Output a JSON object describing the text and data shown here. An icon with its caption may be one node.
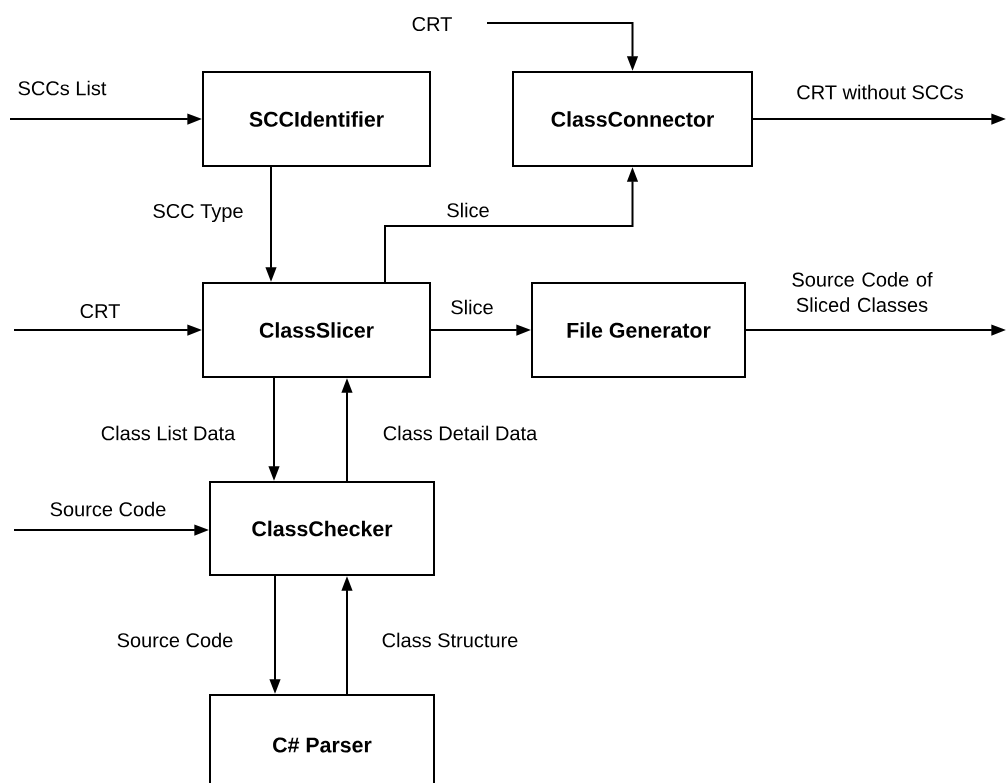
{
  "diagram": {
    "nodes": [
      {
        "text": [
          "SCCIdentifier"
        ]
      },
      {
        "text": [
          "ClassConnector"
        ]
      },
      {
        "text": [
          "ClassSlicer"
        ]
      },
      {
        "text": [
          "File Generator"
        ]
      },
      {
        "text": [
          "ClassChecker"
        ]
      },
      {
        "text": [
          "C# Parser"
        ]
      }
    ],
    "edges": [
      {
        "from": null,
        "to": 0,
        "arrow": "to",
        "label": "SCCs List"
      },
      {
        "from": null,
        "to": 1,
        "arrow": "to",
        "label": "CRT"
      },
      {
        "from": 1,
        "to": null,
        "arrow": "to",
        "label": "CRT without SCCs"
      },
      {
        "from": 0,
        "to": 2,
        "arrow": "to",
        "label": "SCC Type"
      },
      {
        "from": 2,
        "to": 1,
        "arrow": "to",
        "label": "Slice"
      },
      {
        "from": null,
        "to": 2,
        "arrow": "to",
        "label": "CRT"
      },
      {
        "from": 2,
        "to": 3,
        "arrow": "to",
        "label": "Slice"
      },
      {
        "from": 3,
        "to": null,
        "arrow": "to",
        "label": "Source Code of Sliced Classes"
      },
      {
        "from": 2,
        "to": 4,
        "arrow": "to",
        "label": "Class List Data"
      },
      {
        "from": 4,
        "to": 2,
        "arrow": "to",
        "label": "Class Detail Data"
      },
      {
        "from": null,
        "to": 4,
        "arrow": "to",
        "label": "Source Code"
      },
      {
        "from": 4,
        "to": 5,
        "arrow": "to",
        "label": "Source Code"
      },
      {
        "from": 5,
        "to": 4,
        "arrow": "to",
        "label": "Class Structure"
      }
    ]
  }
}
